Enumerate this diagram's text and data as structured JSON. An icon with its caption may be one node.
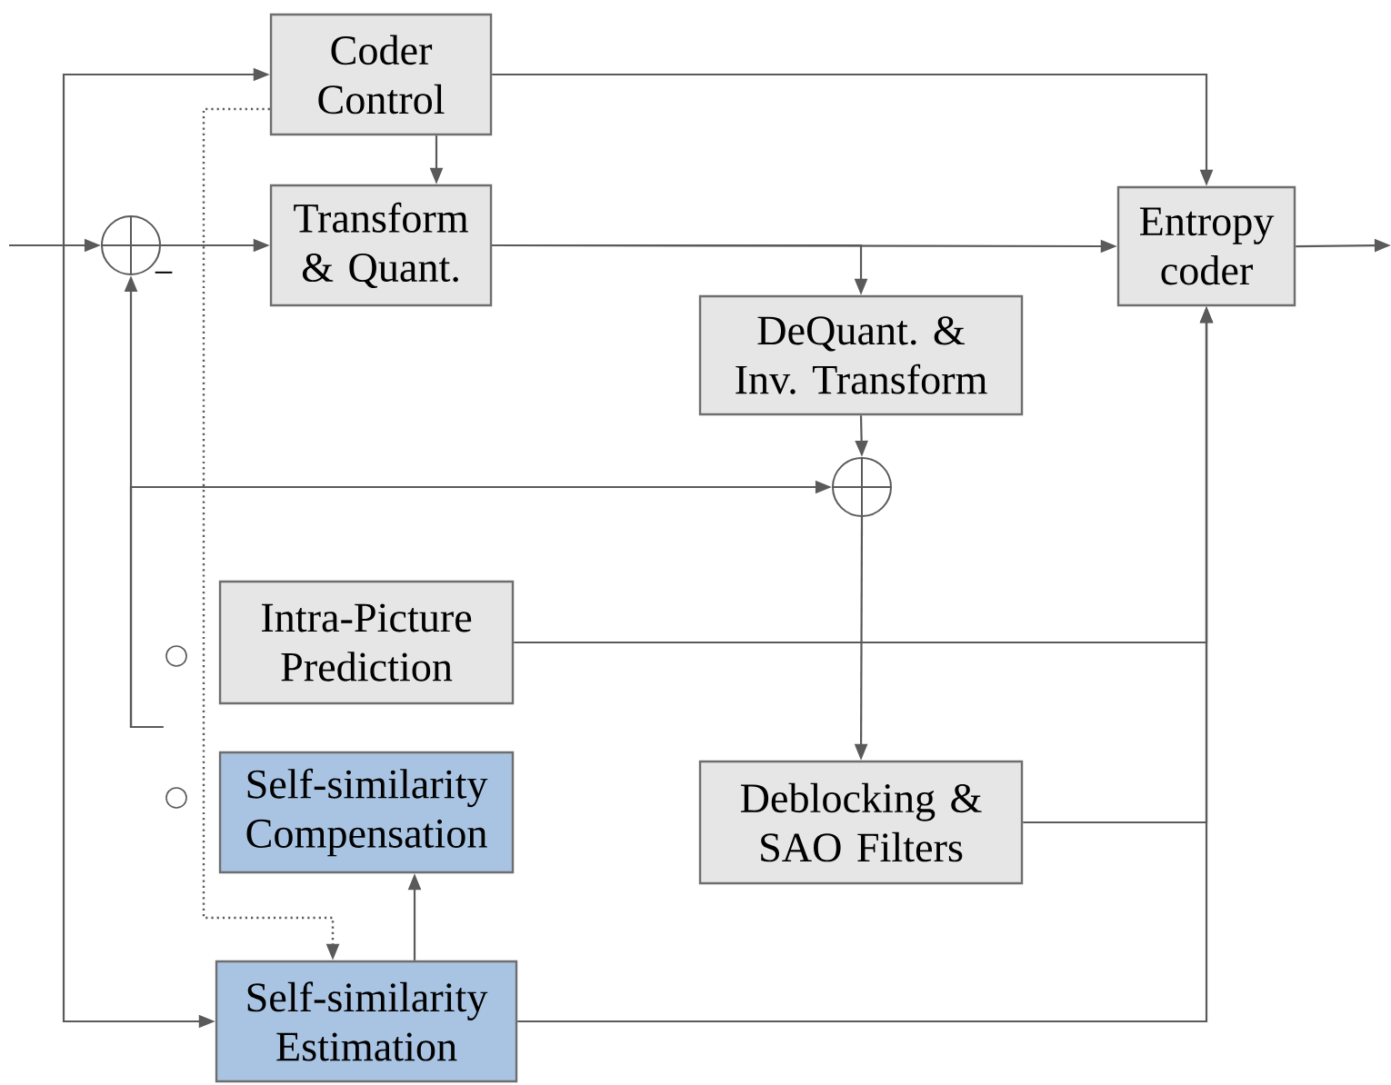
{
  "diagram": {
    "nodes": [
      {
        "text": [
          "Coder Control"
        ]
      },
      {
        "text": [
          "Transform & Quant."
        ]
      },
      {
        "text": [
          "Entropy coder"
        ]
      },
      {
        "text": [
          "DeQuant. & Inv. Transform"
        ]
      },
      {
        "text": [
          "Intra-Picture Prediction"
        ]
      },
      {
        "text": [
          "Self-similarity Compensation"
        ]
      },
      {
        "text": [
          "Self-similarity Estimation"
        ]
      },
      {
        "text": [
          "Deblocking & SAO Filters"
        ]
      },
      {
        "text": [],
        "shape": "circle"
      },
      {
        "text": [],
        "shape": "circle"
      },
      {
        "text": [],
        "shape": "picture"
      }
    ],
    "edges": [
      {
        "from": null,
        "to": 8,
        "arrow": "to"
      },
      {
        "from": 8,
        "to": 1,
        "arrow": "to"
      },
      {
        "from": 0,
        "to": 1,
        "arrow": "to"
      },
      {
        "from": 0,
        "to": 2,
        "arrow": "to"
      },
      {
        "from": 1,
        "to": 2,
        "arrow": "to"
      },
      {
        "from": 1,
        "to": 3,
        "arrow": "to"
      },
      {
        "from": 2,
        "to": null,
        "arrow": "to"
      },
      {
        "from": 3,
        "to": 9,
        "arrow": "to"
      },
      {
        "from": 9,
        "to": 7,
        "arrow": "to"
      },
      {
        "from": 7,
        "to": 2,
        "arrow": "to"
      },
      {
        "from": 4,
        "to": 2,
        "arrow": "to"
      },
      {
        "from": 6,
        "to": 2,
        "arrow": "to"
      },
      {
        "from": 6,
        "to": 5,
        "arrow": "to"
      },
      {
        "from": 10,
        "to": 8,
        "arrow": "to"
      },
      {
        "from": 10,
        "to": 9,
        "arrow": "to"
      },
      {
        "from": null,
        "to": 0,
        "arrow": "to"
      },
      {
        "from": null,
        "to": 6,
        "arrow": "to"
      },
      {
        "from": 0,
        "to": 6,
        "arrow": "to",
        "style": "dashed"
      }
    ],
    "labels": [
      "−"
    ]
  }
}
